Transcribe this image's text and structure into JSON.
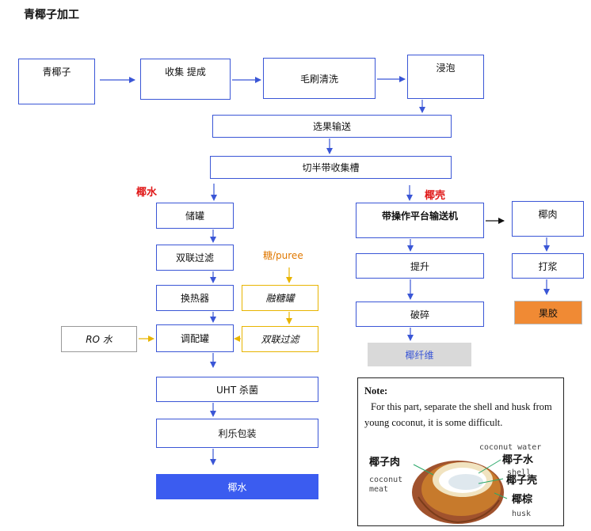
{
  "title": "青椰子加工",
  "labels": {
    "coconut_water": "椰水",
    "coconut_shell": "椰壳",
    "sugar": "糖/puree"
  },
  "boxes": {
    "green_coconut": "青椰子",
    "collect": "收集  提成",
    "brush": "毛刷清洗",
    "soak": "浸泡",
    "select": "选果输送",
    "cut": "切半带收集槽",
    "storage": "储罐",
    "filter1": "双联过滤",
    "heat": "换热器",
    "blend": "调配罐",
    "uht": "UHT 杀菌",
    "pack": "利乐包装",
    "product_water": "椰水",
    "ro_water": "RO  水",
    "dissolve": "融糖罐",
    "filter2": "双联过滤",
    "conveyor": "带操作平台输送机",
    "lift": "提升",
    "crush": "破碎",
    "fiber": "椰纤维",
    "meat": "椰肉",
    "pulp": "打浆",
    "puree": "果胶"
  },
  "note": {
    "heading": "Note:",
    "text": "For this part, separate the shell and husk from young coconut, it is some difficult.",
    "figure_labels": {
      "meat_cn": "椰子肉",
      "meat_en": "coconut meat",
      "water_cn": "椰子水",
      "water_en": "coconut water",
      "shell_cn": "椰子壳",
      "shell_en": "shell",
      "husk_cn": "椰棕",
      "husk_en": "husk"
    }
  },
  "colors": {
    "blue": "#3a56d6",
    "yellow": "#e8b400",
    "orange": "#f08a34",
    "gray": "#d9d9d9",
    "red": "#e01818"
  }
}
